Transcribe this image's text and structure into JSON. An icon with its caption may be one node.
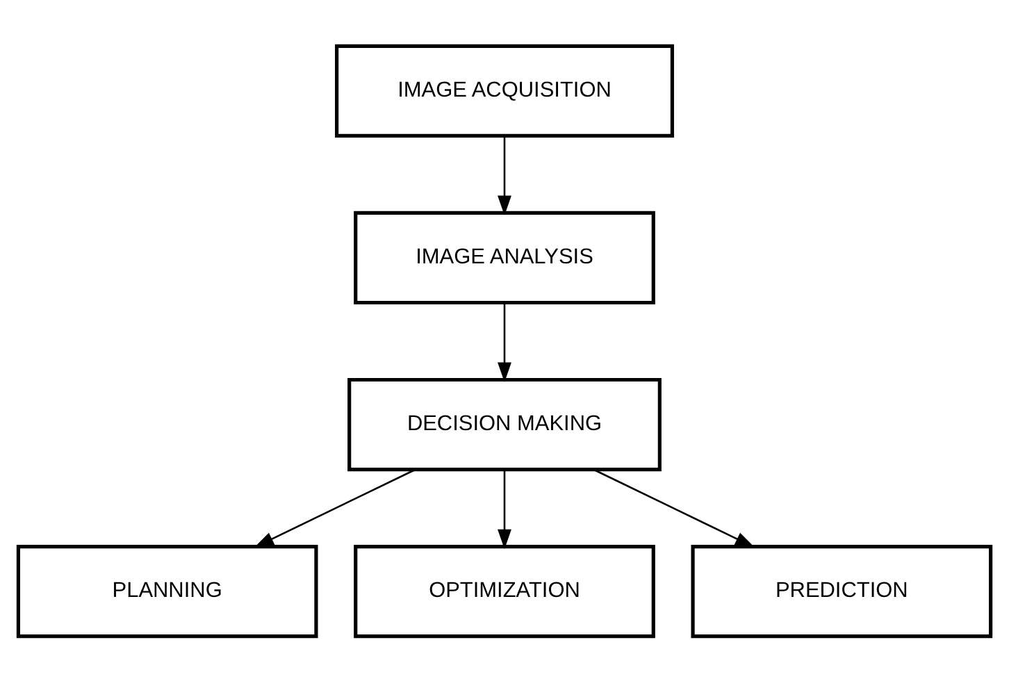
{
  "diagram": {
    "nodes": [
      {
        "text": [
          "IMAGE ACQUISITION"
        ]
      },
      {
        "text": [
          "IMAGE ANALYSIS"
        ]
      },
      {
        "text": [
          "DECISION MAKING"
        ]
      },
      {
        "text": [
          "PLANNING"
        ]
      },
      {
        "text": [
          "OPTIMIZATION"
        ]
      },
      {
        "text": [
          "PREDICTION"
        ]
      }
    ],
    "edges": [
      {
        "from": 0,
        "to": 1,
        "arrow": "to"
      },
      {
        "from": 1,
        "to": 2,
        "arrow": "to"
      },
      {
        "from": 2,
        "to": 3,
        "arrow": "to"
      },
      {
        "from": 2,
        "to": 4,
        "arrow": "to"
      },
      {
        "from": 2,
        "to": 5,
        "arrow": "to"
      }
    ]
  }
}
